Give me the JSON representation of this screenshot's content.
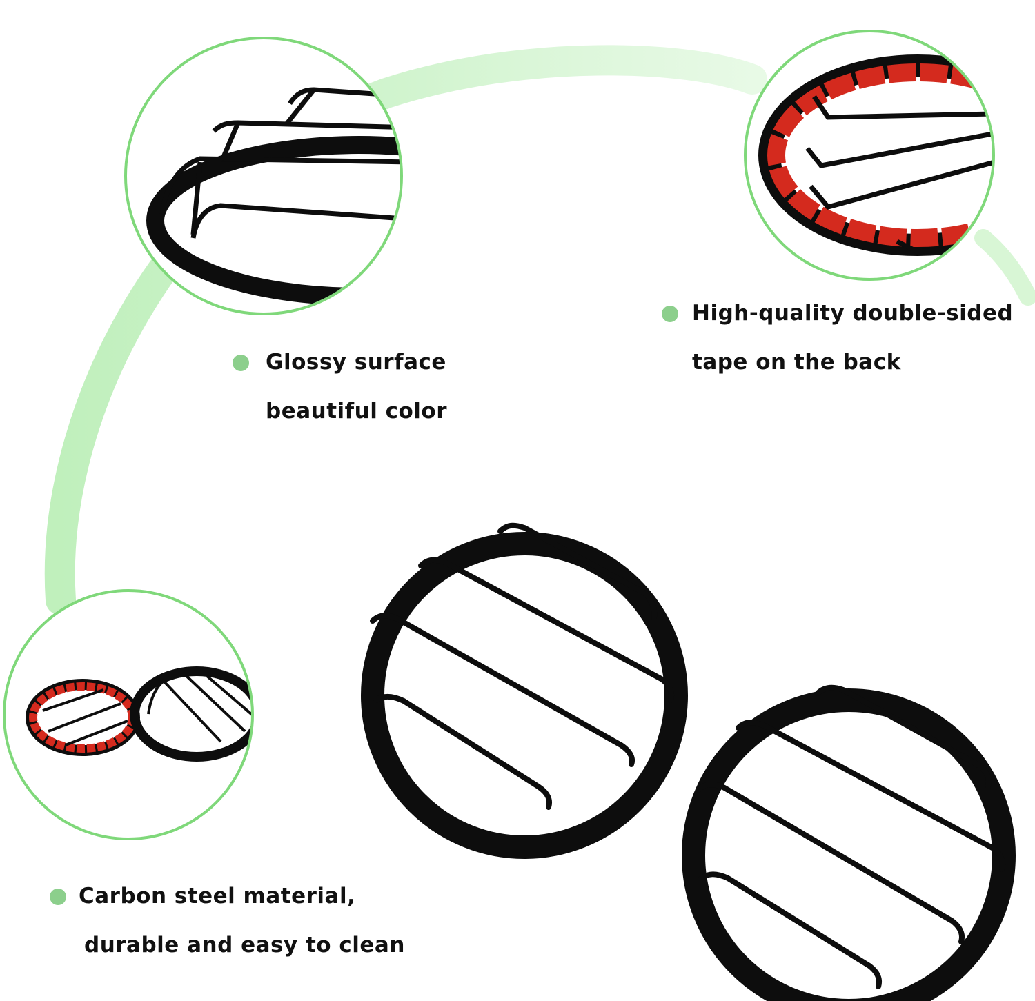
{
  "colors": {
    "accent_green": "#7fd87a",
    "arc_green": "#c9f2c6",
    "bullet_green": "#8ccf8c",
    "steel_black": "#0d0d0d",
    "tape_red": "#d42a1e",
    "text": "#111111"
  },
  "callouts": {
    "glossy": {
      "line1": "Glossy surface",
      "line2": "beautiful color"
    },
    "tape": {
      "line1": "High-quality double-sided",
      "line2": "tape on the back"
    },
    "carbon": {
      "line1": "Carbon steel material,",
      "line2": "durable and easy to clean"
    }
  }
}
